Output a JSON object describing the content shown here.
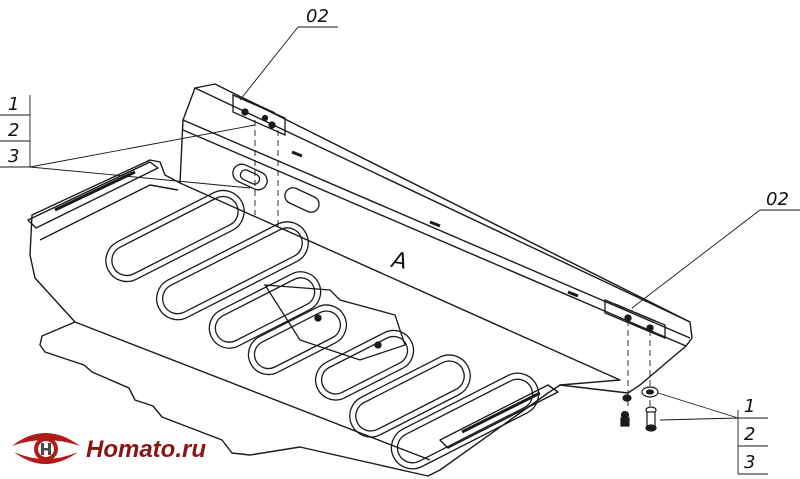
{
  "callouts": {
    "top_right_part": "02",
    "right_part": "02",
    "left_stack": [
      "1",
      "2",
      "3"
    ],
    "right_stack": [
      "1",
      "2",
      "3"
    ],
    "plate_marking": "A"
  },
  "brand": {
    "logo_text": "Homato.ru",
    "colors": {
      "logo_red": "#b01b1b",
      "logo_dark": "#4a4a4a",
      "line": "#1a1a1a"
    }
  }
}
